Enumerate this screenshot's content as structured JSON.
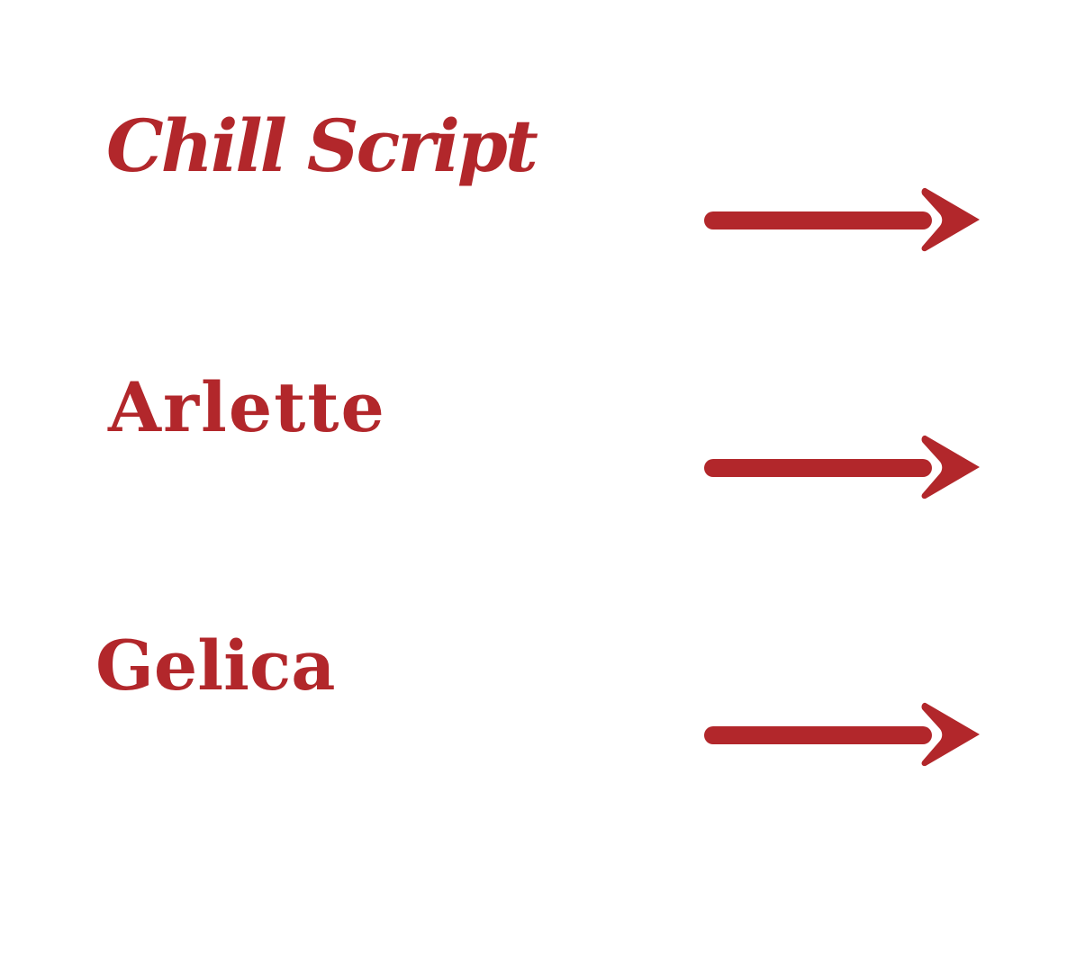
{
  "accent_color": "#b2272b",
  "fonts": [
    {
      "name": "Chill Script",
      "icon": "arrow-right-icon"
    },
    {
      "name": "Arlette",
      "icon": "arrow-right-icon"
    },
    {
      "name": "Gelica",
      "icon": "arrow-right-icon"
    }
  ]
}
